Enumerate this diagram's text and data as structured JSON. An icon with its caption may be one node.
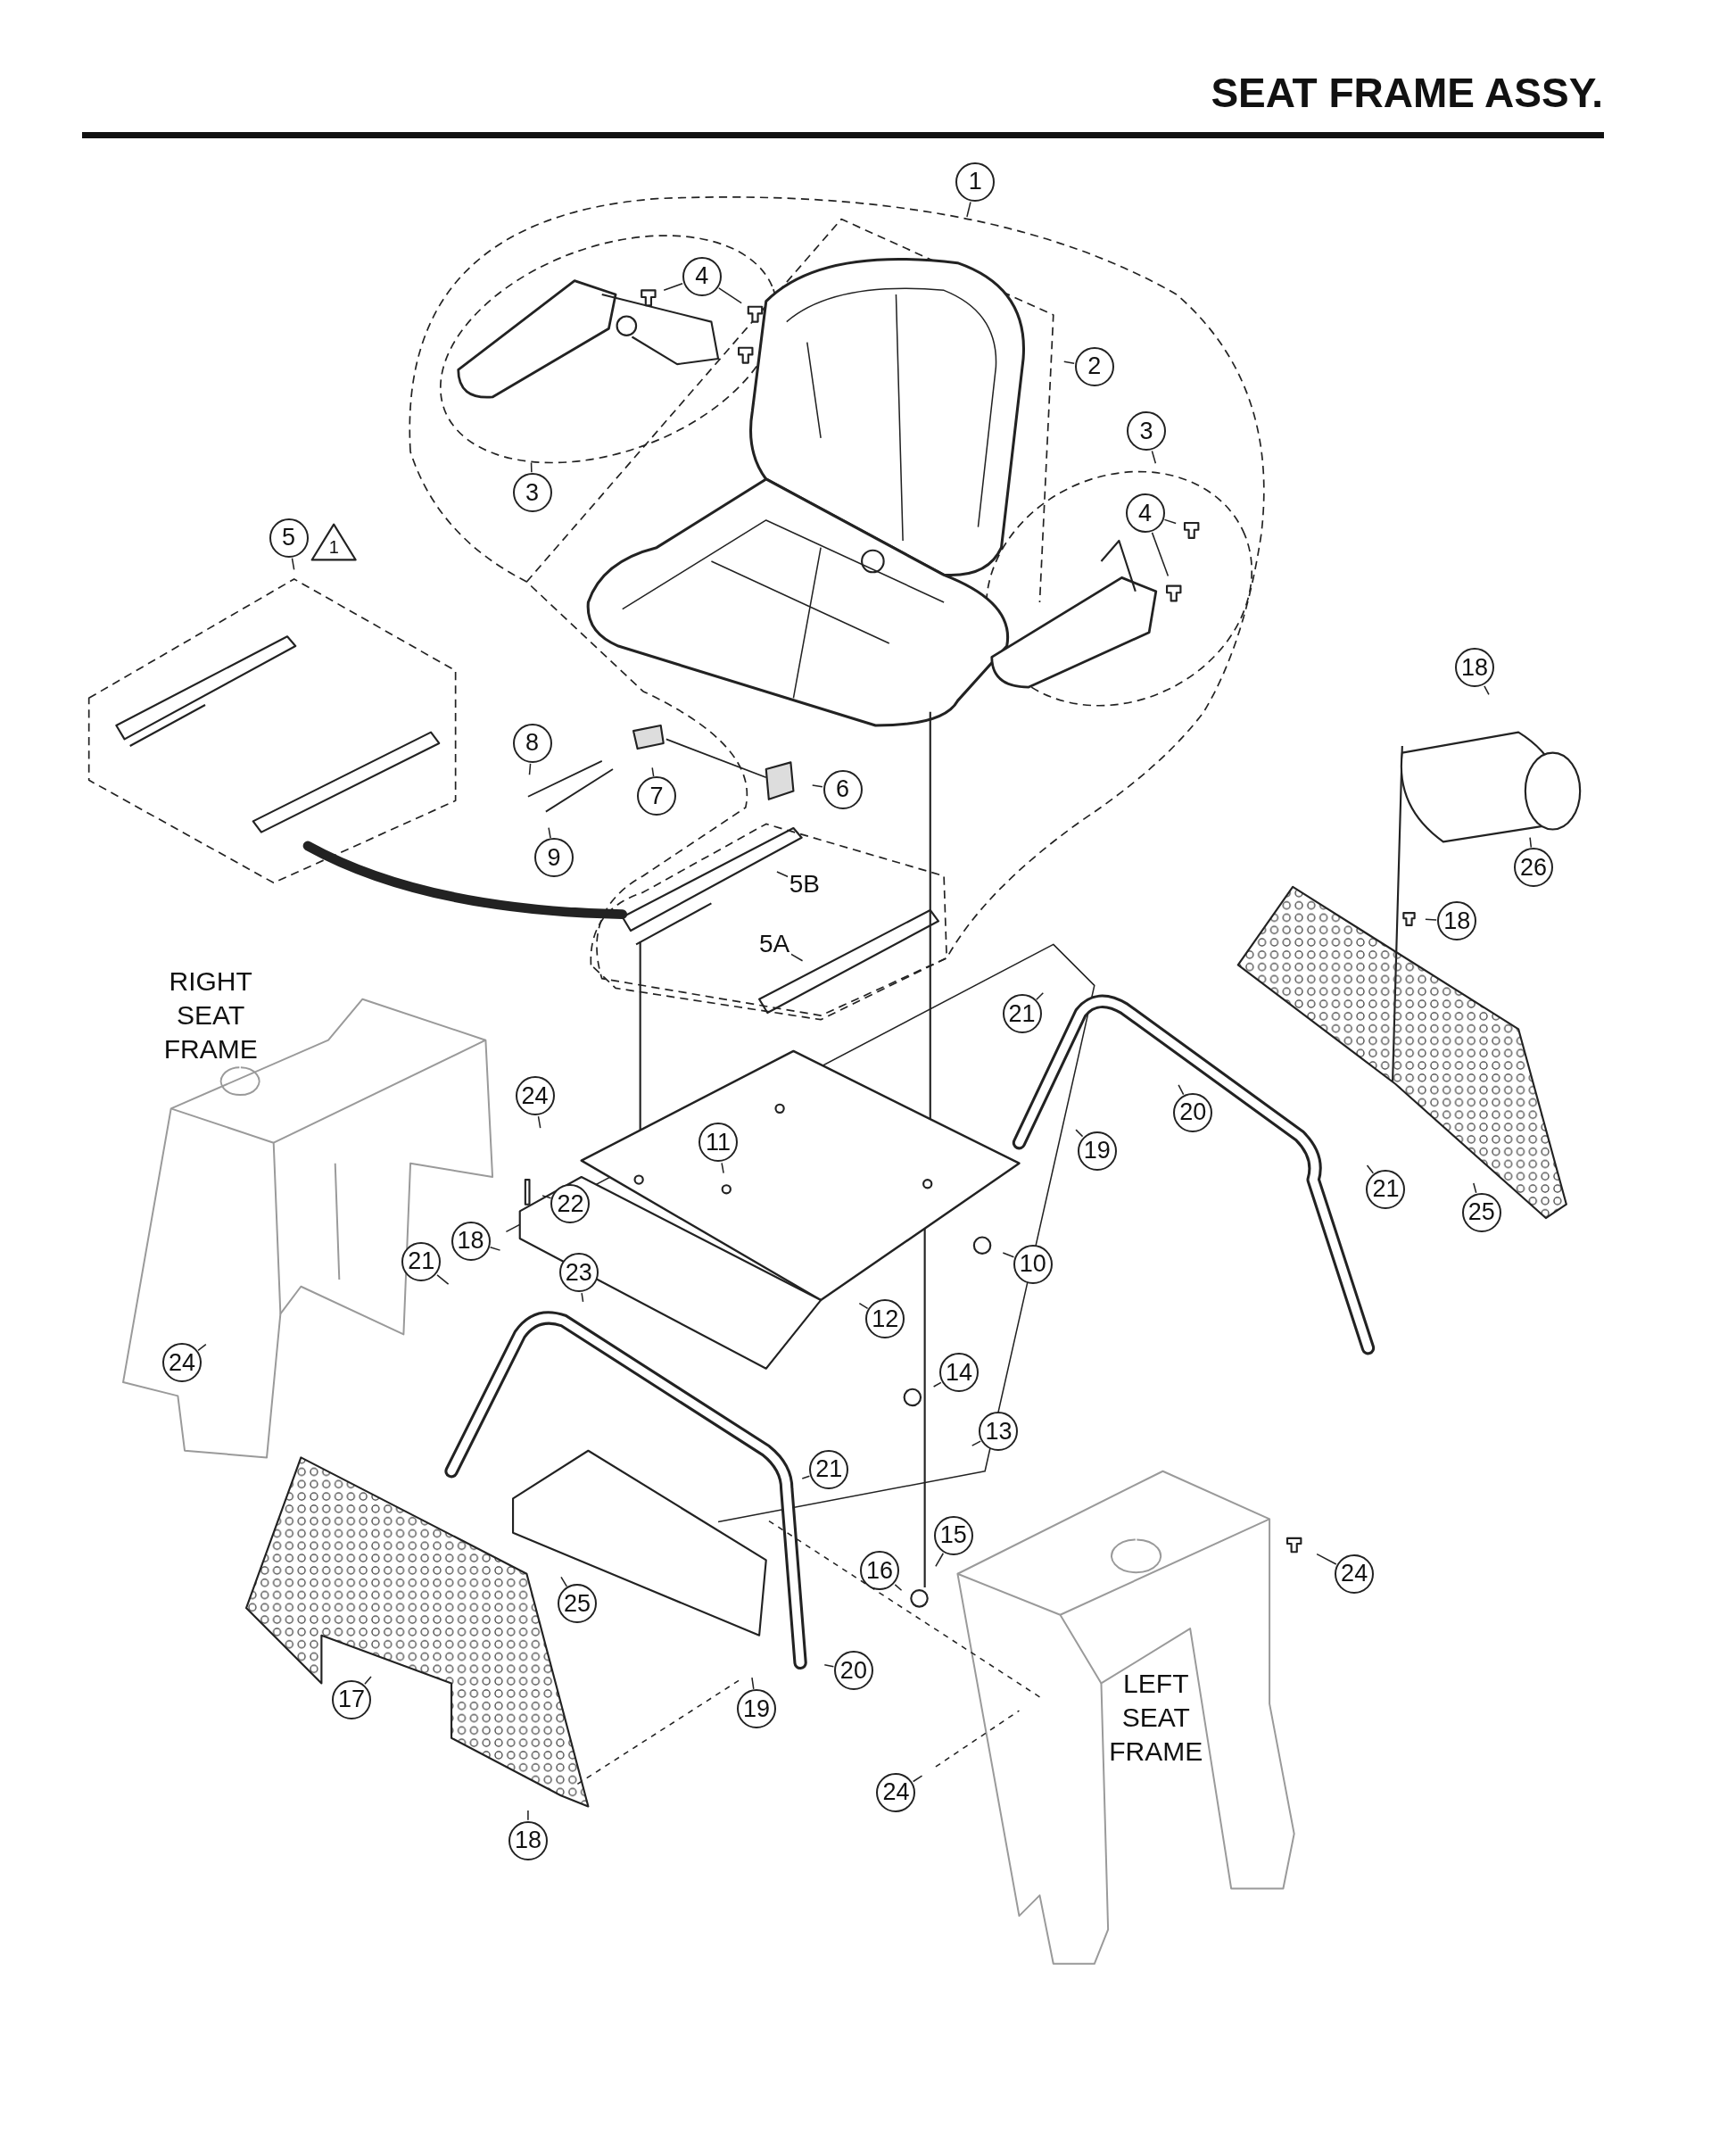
{
  "diagram": {
    "title": "SEAT FRAME ASSY.",
    "nodes": [
      {
        "text": [
          "1"
        ]
      },
      {
        "text": [
          "4"
        ]
      },
      {
        "text": [
          "2"
        ]
      },
      {
        "text": [
          "3"
        ]
      },
      {
        "text": [
          "3"
        ]
      },
      {
        "text": [
          "4"
        ]
      },
      {
        "text": [
          "5"
        ]
      },
      {
        "text": [
          "18"
        ]
      },
      {
        "text": [
          "8"
        ]
      },
      {
        "text": [
          "6"
        ]
      },
      {
        "text": [
          "7"
        ]
      },
      {
        "text": [
          "9"
        ]
      },
      {
        "text": [
          "26"
        ]
      },
      {
        "text": [
          "5B"
        ]
      },
      {
        "text": [
          "18"
        ]
      },
      {
        "text": [
          "5A"
        ]
      },
      {
        "text": [
          "21"
        ]
      },
      {
        "text": [
          "24"
        ]
      },
      {
        "text": [
          "20"
        ]
      },
      {
        "text": [
          "11"
        ]
      },
      {
        "text": [
          "19"
        ]
      },
      {
        "text": [
          "21"
        ]
      },
      {
        "text": [
          "22"
        ]
      },
      {
        "text": [
          "25"
        ]
      },
      {
        "text": [
          "18"
        ]
      },
      {
        "text": [
          "21"
        ]
      },
      {
        "text": [
          "10"
        ]
      },
      {
        "text": [
          "23"
        ]
      },
      {
        "text": [
          "12"
        ]
      },
      {
        "text": [
          "24"
        ]
      },
      {
        "text": [
          "14"
        ]
      },
      {
        "text": [
          "13"
        ]
      },
      {
        "text": [
          "21"
        ]
      },
      {
        "text": [
          "15"
        ]
      },
      {
        "text": [
          "16"
        ]
      },
      {
        "text": [
          "24"
        ]
      },
      {
        "text": [
          "25"
        ]
      },
      {
        "text": [
          "20"
        ]
      },
      {
        "text": [
          "17"
        ]
      },
      {
        "text": [
          "19"
        ]
      },
      {
        "text": [
          "24"
        ]
      },
      {
        "text": [
          "18"
        ]
      }
    ],
    "edges": [
      {
        "from": 0,
        "to": null,
        "arrow": "none"
      },
      {
        "from": 1,
        "to": null,
        "arrow": "none"
      },
      {
        "from": 1,
        "to": null,
        "arrow": "none"
      },
      {
        "from": 2,
        "to": null,
        "arrow": "none"
      },
      {
        "from": 3,
        "to": null,
        "arrow": "none"
      },
      {
        "from": 4,
        "to": null,
        "arrow": "none"
      },
      {
        "from": 5,
        "to": null,
        "arrow": "none"
      },
      {
        "from": 5,
        "to": null,
        "arrow": "none"
      },
      {
        "from": 6,
        "to": null,
        "arrow": "none"
      },
      {
        "from": 7,
        "to": null,
        "arrow": "none"
      },
      {
        "from": 8,
        "to": null,
        "arrow": "none"
      },
      {
        "from": 9,
        "to": null,
        "arrow": "none"
      },
      {
        "from": 10,
        "to": null,
        "arrow": "none"
      },
      {
        "from": 11,
        "to": null,
        "arrow": "none"
      },
      {
        "from": 12,
        "to": null,
        "arrow": "none"
      },
      {
        "from": 13,
        "to": null,
        "arrow": "none"
      },
      {
        "from": 14,
        "to": null,
        "arrow": "none"
      },
      {
        "from": 15,
        "to": null,
        "arrow": "none"
      },
      {
        "from": 16,
        "to": null,
        "arrow": "none"
      },
      {
        "from": 17,
        "to": null,
        "arrow": "none"
      },
      {
        "from": 18,
        "to": null,
        "arrow": "none"
      },
      {
        "from": 19,
        "to": null,
        "arrow": "none"
      },
      {
        "from": 20,
        "to": null,
        "arrow": "none"
      },
      {
        "from": 21,
        "to": null,
        "arrow": "none"
      },
      {
        "from": 22,
        "to": null,
        "arrow": "none"
      },
      {
        "from": 23,
        "to": null,
        "arrow": "none"
      },
      {
        "from": 24,
        "to": null,
        "arrow": "none"
      },
      {
        "from": 25,
        "to": null,
        "arrow": "none"
      },
      {
        "from": 26,
        "to": null,
        "arrow": "none"
      },
      {
        "from": 27,
        "to": null,
        "arrow": "none"
      },
      {
        "from": 28,
        "to": null,
        "arrow": "none"
      },
      {
        "from": 29,
        "to": null,
        "arrow": "none"
      },
      {
        "from": 30,
        "to": null,
        "arrow": "none"
      },
      {
        "from": 31,
        "to": null,
        "arrow": "none"
      },
      {
        "from": 32,
        "to": null,
        "arrow": "none"
      },
      {
        "from": 33,
        "to": null,
        "arrow": "none"
      },
      {
        "from": 34,
        "to": null,
        "arrow": "none"
      },
      {
        "from": 35,
        "to": null,
        "arrow": "none"
      },
      {
        "from": 36,
        "to": null,
        "arrow": "none"
      },
      {
        "from": 37,
        "to": null,
        "arrow": "none"
      },
      {
        "from": 38,
        "to": null,
        "arrow": "none"
      },
      {
        "from": 39,
        "to": null,
        "arrow": "none"
      },
      {
        "from": 40,
        "to": null,
        "arrow": "none"
      },
      {
        "from": 41,
        "to": null,
        "arrow": "none"
      }
    ],
    "labels": [
      "1",
      "RIGHT SEAT FRAME",
      "LEFT SEAT FRAME"
    ]
  }
}
